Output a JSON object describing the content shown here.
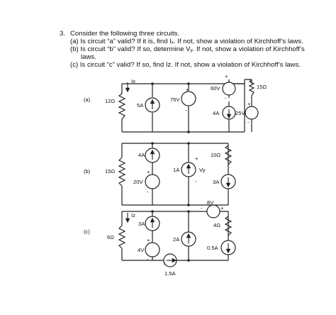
{
  "problem": {
    "number": "3.",
    "intro": "Consider the following three circuits.",
    "part_a": "(a) Is circuit “a” valid?  If it is, find Iₓ. If not, show a violation of Kirchhoff’s laws.",
    "part_b_line1": "(b) Is circuit “b” valid?  If so, determine Vᵧ.  If not, show a violation of Kirchhoff’s",
    "part_b_line2": "laws.",
    "part_c": "(c) Is circuit “c” valid? If so, find Iz.  If not, show a violation of Kirchhoff’s laws."
  },
  "circuit_a": {
    "label": "(a)",
    "current_label": "Ix",
    "resistor_left": "12Ω",
    "current_source_left": "5A",
    "voltage_source_mid": "75V",
    "voltage_source_top": "60V",
    "current_source_right": "4A",
    "voltage_source_right": "25V",
    "resistor_right": "15Ω",
    "plus": "+",
    "minus": "-"
  },
  "circuit_b": {
    "label": "(b)",
    "resistor_left": "15Ω",
    "current_source_top": "4A",
    "voltage_source_bottom": "20V",
    "current_source_mid": "1A",
    "voltage_label": "Vy",
    "resistor_right": "10Ω",
    "current_source_right": "3A",
    "plus": "+",
    "minus": "-"
  },
  "circuit_c": {
    "label": "(c)",
    "current_label": "Iz",
    "resistor_left": "6Ω",
    "current_source_top": "3A",
    "voltage_source_bottom": "4V",
    "current_source_mid": "2A",
    "current_source_bottom": "1.5A",
    "voltage_source_top": "8V",
    "resistor_right": "4Ω",
    "current_source_right": "0.5A",
    "plus": "+",
    "minus": "-"
  }
}
